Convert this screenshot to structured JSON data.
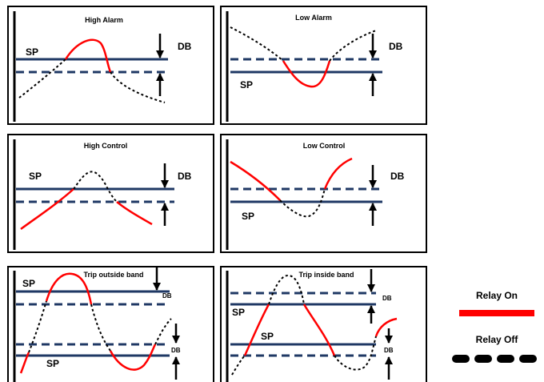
{
  "colors": {
    "setpoint": "#1f3864",
    "relay_on": "#ff0000",
    "relay_off": "#000000",
    "frame": "#000000",
    "background": "#ffffff"
  },
  "panels": [
    {
      "id": "high-alarm",
      "title": "High Alarm",
      "sp": "SP",
      "db": "DB"
    },
    {
      "id": "low-alarm",
      "title": "Low Alarm",
      "sp": "SP",
      "db": "DB"
    },
    {
      "id": "high-control",
      "title": "High Control",
      "sp": "SP",
      "db": "DB"
    },
    {
      "id": "low-control",
      "title": "Low Control",
      "sp": "SP",
      "db": "DB"
    },
    {
      "id": "trip-outside-band",
      "title": "Trip outside band",
      "sp_upper": "SP",
      "sp_lower": "SP",
      "db_upper": "DB",
      "db_lower": "DB"
    },
    {
      "id": "trip-inside-band",
      "title": "Trip inside band",
      "sp_upper": "SP",
      "sp_lower": "SP",
      "db_upper": "DB",
      "db_lower": "DB"
    }
  ],
  "legend": {
    "relay_on": "Relay On",
    "relay_off": "Relay Off"
  }
}
